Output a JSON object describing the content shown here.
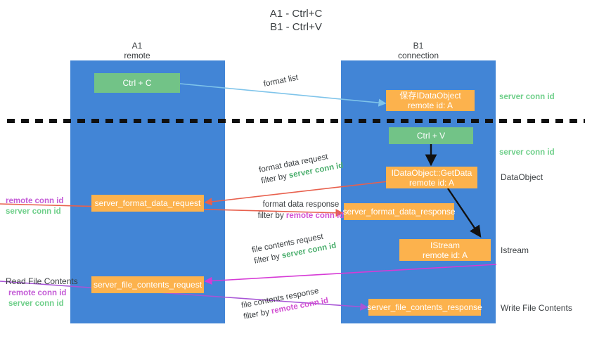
{
  "title": {
    "line1": "A1 - Ctrl+C",
    "line2": "B1 - Ctrl+V"
  },
  "lanes": [
    {
      "id": "a1",
      "name": "A1",
      "sub": "remote"
    },
    {
      "id": "b1",
      "name": "B1",
      "sub": "connection"
    }
  ],
  "nodes": {
    "ctrl_c": {
      "line1": "Ctrl + C",
      "line2": ""
    },
    "save_dataobj": {
      "line1": "保存IDataObject",
      "line2": "remote id: A"
    },
    "ctrl_v": {
      "line1": "Ctrl + V",
      "line2": ""
    },
    "getdata": {
      "line1": "IDataObject::GetData",
      "line2": "remote id: A"
    },
    "fmt_req": {
      "line1": "server_format_data_request",
      "line2": ""
    },
    "fmt_resp": {
      "line1": "server_format_data_response",
      "line2": ""
    },
    "istream": {
      "line1": "IStream",
      "line2": "remote id: A"
    },
    "file_req": {
      "line1": "server_file_contents_request",
      "line2": ""
    },
    "file_resp": {
      "line1": "server_file_contents_response",
      "line2": ""
    }
  },
  "edge_labels": {
    "format_list": "format list",
    "fmt_req_l1": "format data request",
    "fmt_req_l2_prefix": "filter by ",
    "fmt_req_l2_key": "server conn id",
    "fmt_resp_l1": "format data response",
    "fmt_resp_l2_prefix": "filter by ",
    "fmt_resp_l2_key": "remote conn id",
    "file_req_l1": "file contents request",
    "file_req_l2_prefix": "filter by ",
    "file_req_l2_key": "server conn id",
    "file_resp_l1": "file contents response",
    "file_resp_l2_prefix": "filter by ",
    "file_resp_l2_key": "remote conn id"
  },
  "left_labels": {
    "mid_remote": "remote conn id",
    "mid_server": "server conn id",
    "read_file": "Read File Contents",
    "low_remote": "remote conn id",
    "low_server": "server conn id"
  },
  "right_labels": {
    "server_conn_top": "server conn id",
    "server_conn_mid": "server conn id",
    "dataobject": "DataObject",
    "istream": "Istream",
    "write_file": "Write File Contents"
  },
  "colors": {
    "lane": "#4285d6",
    "green_node": "#72c387",
    "orange_node": "#fcb24d",
    "green_text": "#4caf6e",
    "magenta_text": "#d24fd2",
    "arrow_blue": "#7fc4ea",
    "arrow_red": "#e8604d",
    "arrow_magenta": "#d63bd6",
    "arrow_purple": "#a855d6",
    "arrow_black": "#000000"
  }
}
